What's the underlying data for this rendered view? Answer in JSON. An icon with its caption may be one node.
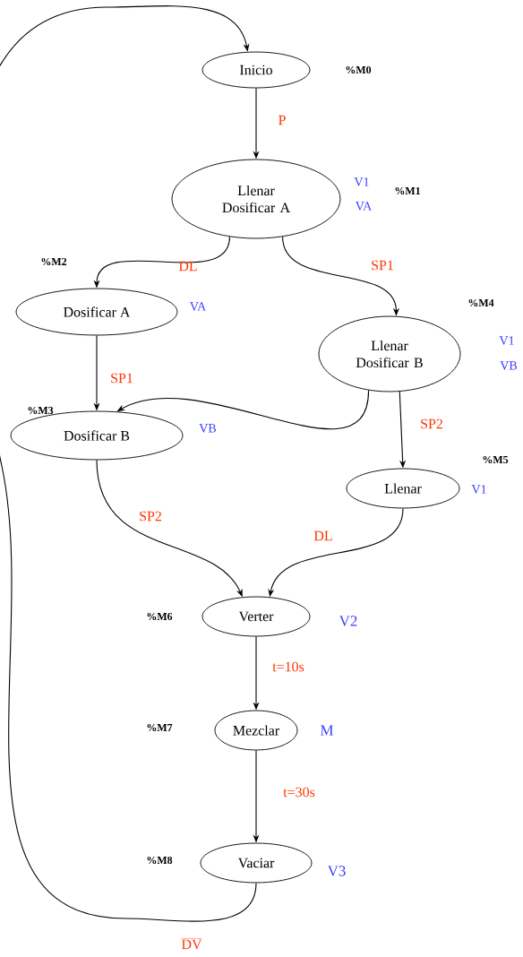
{
  "diagram": {
    "nodes": [
      {
        "text": [
          "Inicio"
        ],
        "beside": [
          "%M0"
        ]
      },
      {
        "text": [
          "Llenar Dosificar A"
        ],
        "beside": [
          "%M1",
          "V1",
          "VA"
        ]
      },
      {
        "text": [
          "Dosificar A"
        ],
        "beside": [
          "%M2",
          "VA"
        ]
      },
      {
        "text": [
          "Llenar Dosificar B"
        ],
        "beside": [
          "%M4",
          "V1",
          "VB"
        ]
      },
      {
        "text": [
          "Dosificar B"
        ],
        "beside": [
          "%M3",
          "VB"
        ]
      },
      {
        "text": [
          "Llenar"
        ],
        "beside": [
          "%M5",
          "V1"
        ]
      },
      {
        "text": [
          "Verter"
        ],
        "beside": [
          "%M6",
          "V2"
        ]
      },
      {
        "text": [
          "Mezclar"
        ],
        "beside": [
          "%M7",
          "M"
        ]
      },
      {
        "text": [
          "Vaciar"
        ],
        "beside": [
          "%M8",
          "V3"
        ]
      }
    ],
    "edges": [
      {
        "from": 0,
        "to": 1,
        "arrow": "to",
        "label": "P"
      },
      {
        "from": 1,
        "to": 2,
        "arrow": "to",
        "label": "DL"
      },
      {
        "from": 1,
        "to": 3,
        "arrow": "to",
        "label": "SP1"
      },
      {
        "from": 2,
        "to": 4,
        "arrow": "to",
        "label": "SP1"
      },
      {
        "from": 3,
        "to": 4,
        "arrow": "to"
      },
      {
        "from": 3,
        "to": 5,
        "arrow": "to",
        "label": "SP2"
      },
      {
        "from": 4,
        "to": 6,
        "arrow": "to",
        "label": "SP2"
      },
      {
        "from": 5,
        "to": 6,
        "arrow": "to",
        "label": "DL"
      },
      {
        "from": 6,
        "to": 7,
        "arrow": "to",
        "label": "t=10s"
      },
      {
        "from": 7,
        "to": 8,
        "arrow": "to",
        "label": "t=30s"
      },
      {
        "from": 8,
        "to": 0,
        "arrow": "to",
        "label": "DV"
      }
    ]
  }
}
